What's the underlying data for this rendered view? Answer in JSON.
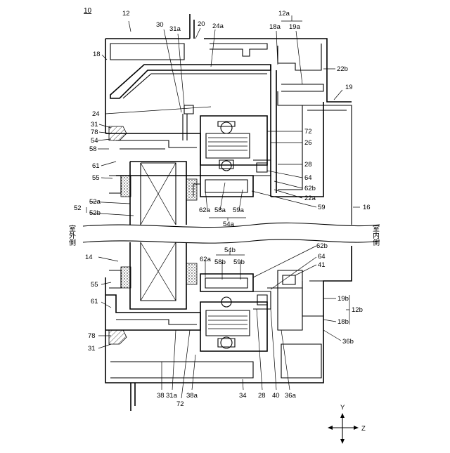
{
  "figure": {
    "title": "10",
    "side_left": "室外側",
    "side_right": "室内側",
    "axes": {
      "y": "Y",
      "z": "Z"
    },
    "labels": {
      "n12": "12",
      "n12a": "12a",
      "n18a": "18a",
      "n19a": "19a",
      "n30": "30",
      "n31a_top": "31a",
      "n20": "20",
      "n24a": "24a",
      "n18_top": "18",
      "n22b": "22b",
      "n19_top": "19",
      "n24": "24",
      "n31_top": "31",
      "n78_top": "78",
      "n54": "54",
      "n58": "58",
      "n72_top": "72",
      "n26": "26",
      "n61_top": "61",
      "n28_top": "28",
      "n55_top": "55",
      "n64_top": "64",
      "n62b_top": "62b",
      "n22a": "22a",
      "n52a": "52a",
      "n52": "52",
      "n52b": "52b",
      "n62a_top": "62a",
      "n58a": "58a",
      "n59a": "59a",
      "n59": "59",
      "n54a": "54a",
      "n16": "16",
      "n14": "14",
      "n54b": "54b",
      "n62b_bot": "62b",
      "n64_bot": "64",
      "n62a_bot": "62a",
      "n58b": "58b",
      "n59b": "59b",
      "n41": "41",
      "n55_bot": "55",
      "n19b": "19b",
      "n12b": "12b",
      "n61_bot": "61",
      "n18b": "18b",
      "n78_bot": "78",
      "n31_bot": "31",
      "n36b": "36b",
      "n38": "38",
      "n31a_bot": "31a",
      "n72_bot": "72",
      "n38a": "38a",
      "n34": "34",
      "n28_bot": "28",
      "n40": "40",
      "n36a": "36a"
    }
  }
}
